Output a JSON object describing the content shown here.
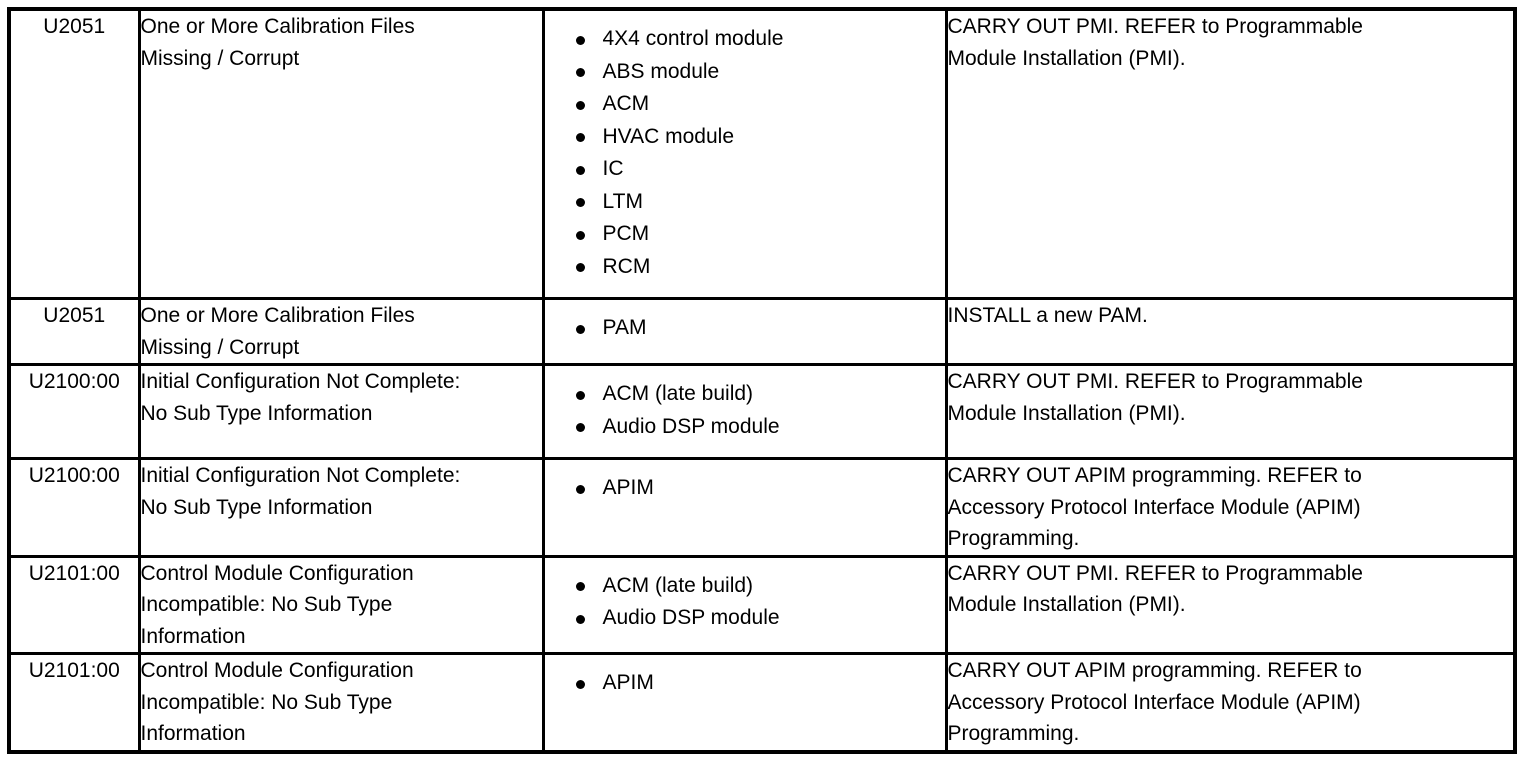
{
  "document": {
    "type": "diagnostic-trouble-code-table",
    "bullet_glyph": "•",
    "text_color": "#000000",
    "background_color": "#FFFFFF",
    "border_color": "#000000"
  },
  "table": {
    "columns": [
      {
        "key": "dtc",
        "header": ""
      },
      {
        "key": "description",
        "header": ""
      },
      {
        "key": "modules",
        "header": ""
      },
      {
        "key": "action",
        "header": ""
      }
    ],
    "rows": [
      {
        "dtc": "U2051",
        "description_lines": [
          "One or More Calibration Files",
          "Missing / Corrupt"
        ],
        "modules": [
          "4X4 control module",
          "ABS module",
          "ACM",
          "HVAC module",
          "IC",
          "LTM",
          "PCM",
          "RCM"
        ],
        "action_lines": [
          "CARRY OUT PMI. REFER to Programmable",
          "Module Installation (PMI)."
        ]
      },
      {
        "dtc": "U2051",
        "description_lines": [
          "One or More Calibration Files",
          "Missing / Corrupt"
        ],
        "modules": [
          "PAM"
        ],
        "action_lines": [
          "INSTALL a new PAM."
        ]
      },
      {
        "dtc": "U2100:00",
        "description_lines": [
          "Initial Configuration Not Complete:",
          "No Sub Type Information"
        ],
        "modules": [
          "ACM (late build)",
          "Audio DSP module"
        ],
        "action_lines": [
          "CARRY OUT PMI. REFER to Programmable",
          "Module Installation (PMI)."
        ]
      },
      {
        "dtc": "U2100:00",
        "description_lines": [
          "Initial Configuration Not Complete:",
          "No Sub Type Information"
        ],
        "modules": [
          "APIM"
        ],
        "action_lines": [
          "CARRY OUT APIM programming. REFER to",
          "Accessory Protocol Interface Module (APIM)",
          "Programming."
        ]
      },
      {
        "dtc": "U2101:00",
        "description_lines": [
          "Control Module Configuration",
          "Incompatible: No Sub Type",
          "Information"
        ],
        "modules": [
          "ACM (late build)",
          "Audio DSP module"
        ],
        "action_lines": [
          "CARRY OUT PMI. REFER to Programmable",
          "Module Installation (PMI)."
        ]
      },
      {
        "dtc": "U2101:00",
        "description_lines": [
          "Control Module Configuration",
          "Incompatible: No Sub Type",
          "Information"
        ],
        "modules": [
          "APIM"
        ],
        "action_lines": [
          "CARRY OUT APIM programming. REFER to",
          "Accessory Protocol Interface Module (APIM)",
          "Programming."
        ]
      }
    ]
  }
}
